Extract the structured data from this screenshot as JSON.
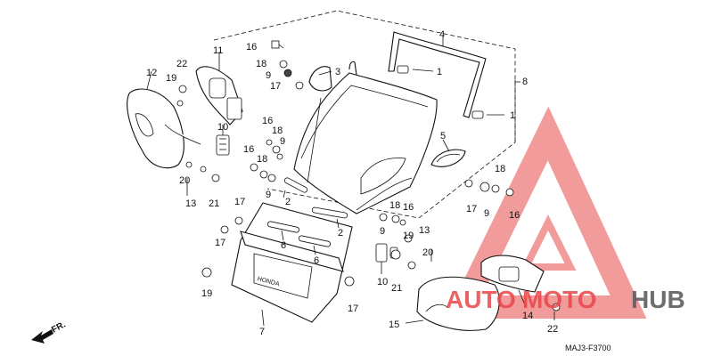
{
  "diagram": {
    "callouts": [
      {
        "label": "1"
      },
      {
        "label": "1"
      },
      {
        "label": "2"
      },
      {
        "label": "2"
      },
      {
        "label": "3"
      },
      {
        "label": "4"
      },
      {
        "label": "5"
      },
      {
        "label": "6"
      },
      {
        "label": "6"
      },
      {
        "label": "7"
      },
      {
        "label": "8"
      },
      {
        "label": "9"
      },
      {
        "label": "9"
      },
      {
        "label": "9"
      },
      {
        "label": "9"
      },
      {
        "label": "10"
      },
      {
        "label": "10"
      },
      {
        "label": "11"
      },
      {
        "label": "12"
      },
      {
        "label": "13"
      },
      {
        "label": "13"
      },
      {
        "label": "14"
      },
      {
        "label": "15"
      },
      {
        "label": "16"
      },
      {
        "label": "16"
      },
      {
        "label": "16"
      },
      {
        "label": "16"
      },
      {
        "label": "16"
      },
      {
        "label": "17"
      },
      {
        "label": "17"
      },
      {
        "label": "17"
      },
      {
        "label": "17"
      },
      {
        "label": "17"
      },
      {
        "label": "18"
      },
      {
        "label": "18"
      },
      {
        "label": "18"
      },
      {
        "label": "18"
      },
      {
        "label": "18"
      },
      {
        "label": "19"
      },
      {
        "label": "19"
      },
      {
        "label": "19"
      },
      {
        "label": "20"
      },
      {
        "label": "20"
      },
      {
        "label": "21"
      },
      {
        "label": "21"
      },
      {
        "label": "22"
      },
      {
        "label": "22"
      }
    ],
    "direction_label": "FR.",
    "emblem_text": "HONDA",
    "drawing_code": "MAJ3-F3700"
  },
  "watermark": {
    "text_auto": "AUTO",
    "text_moto": "MOTO",
    "text_hub": "HUB",
    "colors": {
      "red": "#e8474b",
      "gray": "#5f5f5f",
      "triangle": "#f08a8a"
    }
  }
}
